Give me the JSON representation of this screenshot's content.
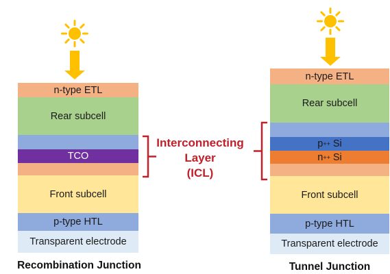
{
  "colors": {
    "etl": "#f4b183",
    "subcell_rear": "#a9d18e",
    "htl": "#8faadc",
    "tco": "#7030a0",
    "front_subcell": "#ffe699",
    "electrode": "#deebf7",
    "p_si": "#4472c4",
    "n_si": "#ed7d31",
    "icl_red": "#c0202a",
    "sun": "#ffc000",
    "arrow": "#ffc000"
  },
  "left_stack": {
    "layers": [
      {
        "label": "n-type ETL",
        "color": "etl"
      },
      {
        "label": "Rear subcell",
        "color": "subcell_rear"
      },
      {
        "label": "",
        "color": "htl"
      },
      {
        "label": "TCO",
        "color": "tco",
        "text_color": "#ffffff"
      },
      {
        "label": "",
        "color": "etl"
      },
      {
        "label": "Front subcell",
        "color": "front_subcell"
      },
      {
        "label": "p-type HTL",
        "color": "htl"
      },
      {
        "label": "Transparent electrode",
        "color": "electrode"
      }
    ],
    "caption": "Recombination Junction"
  },
  "right_stack": {
    "layers": [
      {
        "label": "n-type ETL",
        "color": "etl"
      },
      {
        "label": "Rear subcell",
        "color": "subcell_rear"
      },
      {
        "label": "",
        "color": "htl"
      },
      {
        "label_base": "p",
        "label_sup": "++",
        "label_suffix": " Si",
        "color": "p_si"
      },
      {
        "label_base": "n",
        "label_sup": "++",
        "label_suffix": " Si",
        "color": "n_si"
      },
      {
        "label": "",
        "color": "etl"
      },
      {
        "label": "Front subcell",
        "color": "front_subcell"
      },
      {
        "label": "p-type HTL",
        "color": "htl"
      },
      {
        "label": "Transparent electrode",
        "color": "electrode"
      }
    ],
    "caption": "Tunnel Junction"
  },
  "icl": {
    "line1": "Interconnecting",
    "line2": "Layer",
    "line3": "(ICL)"
  },
  "icons": {
    "sun_left": "sun-icon",
    "sun_right": "sun-icon",
    "arrow_left": "down-arrow-icon",
    "arrow_right": "down-arrow-icon"
  }
}
